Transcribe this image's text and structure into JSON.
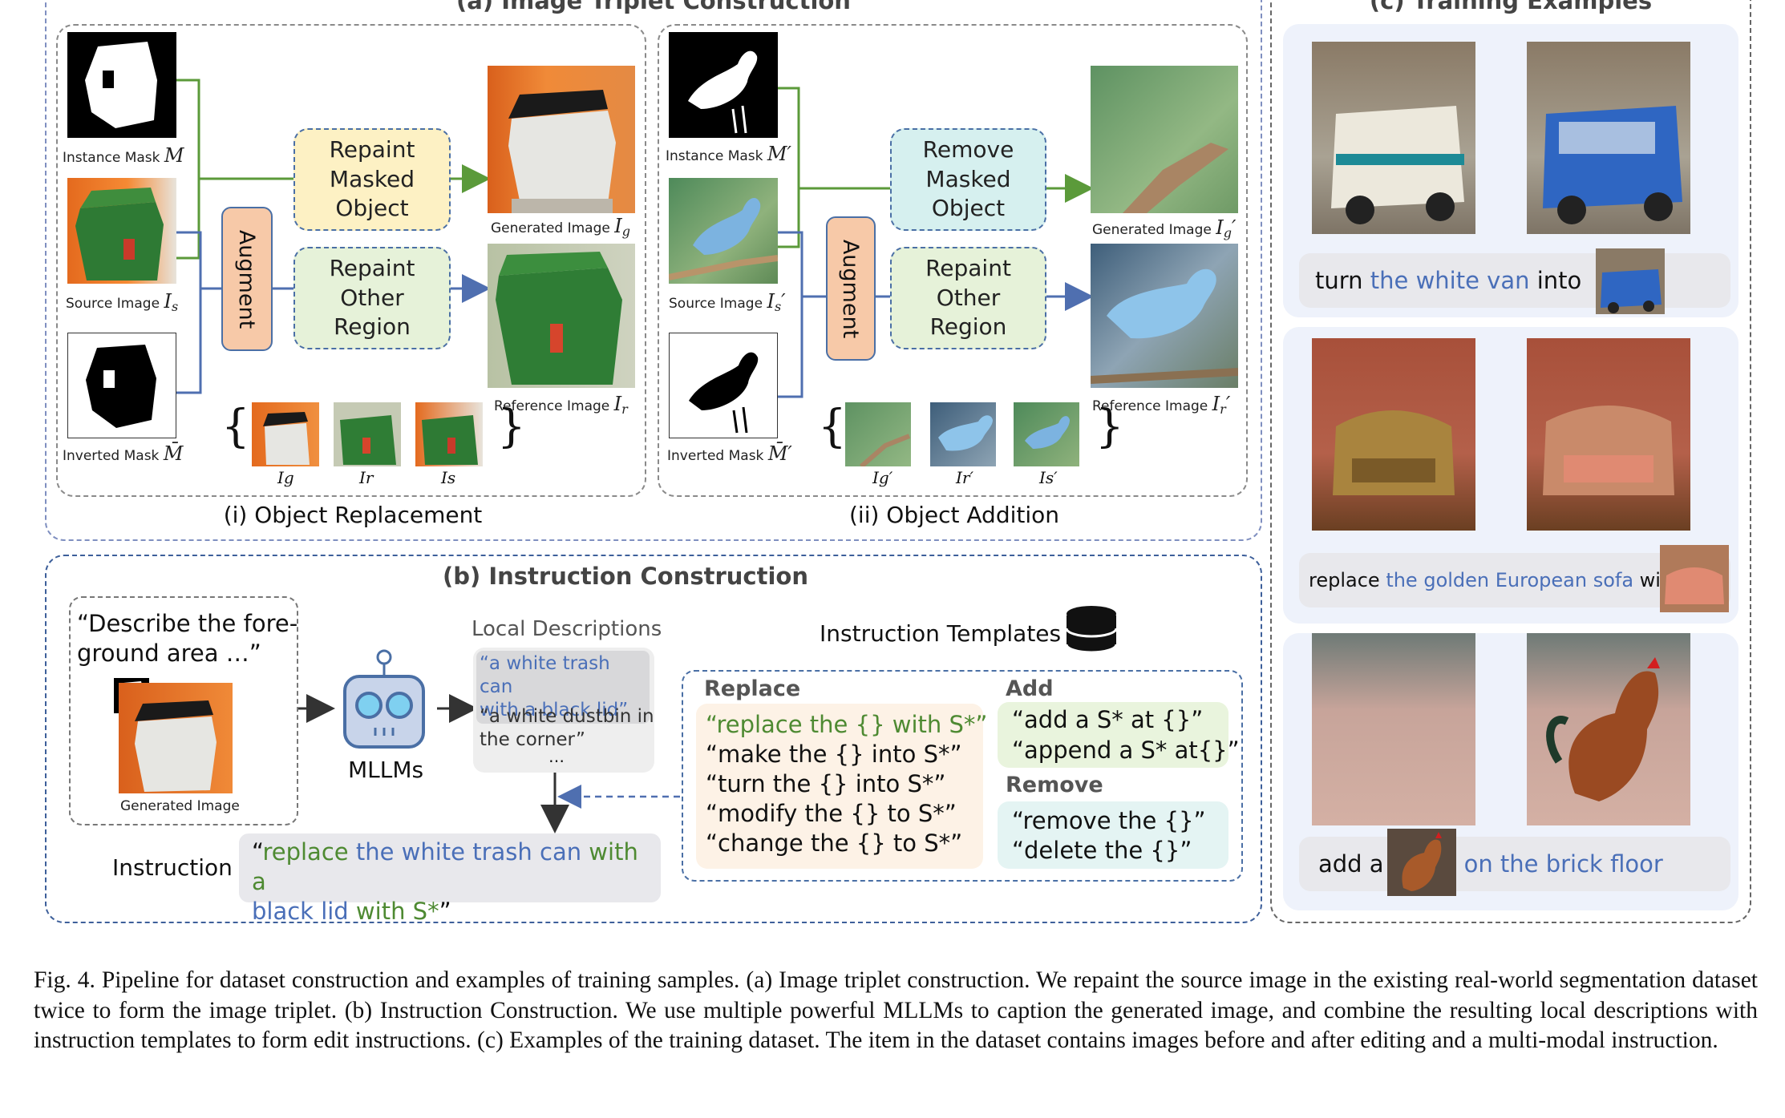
{
  "section_a": {
    "title": "(a) Image Triplet Construction",
    "sub1_title": "(i) Object Replacement",
    "sub2_title": "(ii) Object Addition",
    "left": {
      "instance_mask_label": "Instance Mask",
      "instance_mask_sym": "M",
      "source_image_label": "Source Image",
      "source_image_sym": "I",
      "source_image_sub": "s",
      "inverted_mask_label": "Inverted Mask",
      "inverted_mask_sym": "M̄",
      "augment": "Augment",
      "box1": [
        "Repaint",
        "Masked",
        "Object"
      ],
      "box2": [
        "Repaint",
        "Other",
        "Region"
      ],
      "generated_label": "Generated Image",
      "generated_sym": "I",
      "generated_sub": "g",
      "reference_label": "Reference Image",
      "reference_sym": "I",
      "reference_sub": "r",
      "triplet_labels": [
        "Ig",
        "Ir",
        "Is"
      ]
    },
    "right": {
      "instance_mask_label": "Instance Mask",
      "instance_mask_sym": "M′",
      "source_image_label": "Source Image",
      "source_image_sym": "I",
      "source_image_sub": "s",
      "source_image_prime": "′",
      "inverted_mask_label": "Inverted Mask",
      "inverted_mask_sym": "M̄′",
      "augment": "Augment",
      "box1": [
        "Remove",
        "Masked",
        "Object"
      ],
      "box2": [
        "Repaint",
        "Other",
        "Region"
      ],
      "generated_label": "Generated Image",
      "generated_sym": "I",
      "generated_sub": "g",
      "generated_prime": "′",
      "reference_label": "Reference Image",
      "reference_sym": "I",
      "reference_sub": "r",
      "reference_prime": "′",
      "triplet_labels": [
        "Ig′",
        "Ir′",
        "Is′"
      ]
    }
  },
  "section_b": {
    "title": "(b) Instruction Construction",
    "prompt_line1": "“Describe the fore-",
    "prompt_line2": "ground area …”",
    "generated_image_label": "Generated Image",
    "mllm_label": "MLLMs",
    "local_desc_title": "Local Descriptions",
    "desc1_line1": "“a white trash can",
    "desc1_line2": "with a black lid”",
    "desc2_line1": "“a white dustbin in",
    "desc2_line2": "the corner”",
    "desc_ellipsis": "…",
    "templates_title": "Instruction Templates",
    "instruction_label": "Instruction",
    "instruction_q_open": "“",
    "instruction_green": "replace",
    "instruction_blue1": " the white trash can",
    "instruction_green2": " with a",
    "instruction_blue2": "black lid",
    "instruction_green3": " with S*",
    "instruction_q_close": "”",
    "replace_title": "Replace",
    "replace_items": [
      "“replace the {} with S*”",
      "“make the {} into S*”",
      "“turn the {} into S*”",
      "“modify the {} to S*”",
      "“change the {} to S*”"
    ],
    "add_title": "Add",
    "add_items": [
      "“add a S* at {}”",
      "“append a S* at{}”"
    ],
    "remove_title": "Remove",
    "remove_items": [
      "“remove the {}”",
      "“delete the {}”"
    ]
  },
  "section_c": {
    "title": "(c) Training Examples",
    "ex1": {
      "pre": "turn ",
      "highlight": "the white van",
      "post": " into"
    },
    "ex2": {
      "pre": "replace ",
      "highlight": "the golden European sofa",
      "post": " with"
    },
    "ex3": {
      "pre": "add a",
      "highlight": "on the brick floor"
    }
  },
  "caption": "Fig. 4.  Pipeline for dataset construction and examples of training samples. (a) Image triplet construction. We repaint the source image in the existing real-world segmentation dataset twice to form the image triplet. (b) Instruction Construction. We use multiple powerful MLLMs to caption the generated image, and combine the resulting local descriptions with instruction templates to form edit instructions. (c) Examples of the training dataset. The item in the dataset contains images before and after editing and a multi-modal instruction.",
  "colors": {
    "green_arrow": "#5b9a3a",
    "blue_arrow": "#4f6fb0",
    "augment_fill": "#f7c9a8",
    "yellow_box": "#fdf1c4",
    "green_box": "#e6f2d9",
    "cyan_box": "#d6f0ef",
    "panel_bg_c": "#eef2fb"
  }
}
